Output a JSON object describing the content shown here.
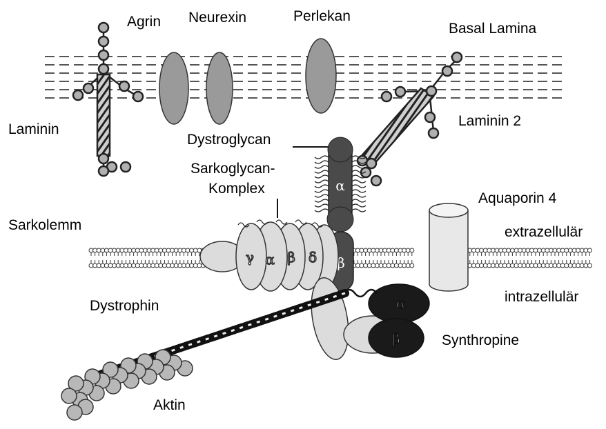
{
  "labels": {
    "agrin": "Agrin",
    "neurexin": "Neurexin",
    "perlekan": "Perlekan",
    "basal_lamina": "Basal Lamina",
    "laminin": "Laminin",
    "laminin2": "Laminin 2",
    "dystroglycan": "Dystroglycan",
    "sarkoglycan_line1": "Sarkoglycan-",
    "sarkoglycan_line2": "Komplex",
    "aquaporin": "Aquaporin 4",
    "sarkolemm": "Sarkolemm",
    "extrazellular": "extrazellulär",
    "intrazellular": "intrazellulär",
    "dystrophin": "Dystrophin",
    "synthropine": "Synthropine",
    "aktin": "Aktin"
  },
  "glyphs": {
    "dystroglycan_alpha": "α",
    "dystroglycan_beta": "β",
    "sarco_gamma": "γ",
    "sarco_alpha": "α",
    "sarco_beta": "β",
    "sarco_delta": "δ",
    "synth_alpha": "α",
    "synth_beta": "β"
  },
  "colors": {
    "dark_protein": "#4a4a4a",
    "light_protein": "#dcdcdc",
    "mid_protein": "#9a9a9a",
    "black_protein": "#1a1a1a",
    "line": "#000000"
  }
}
